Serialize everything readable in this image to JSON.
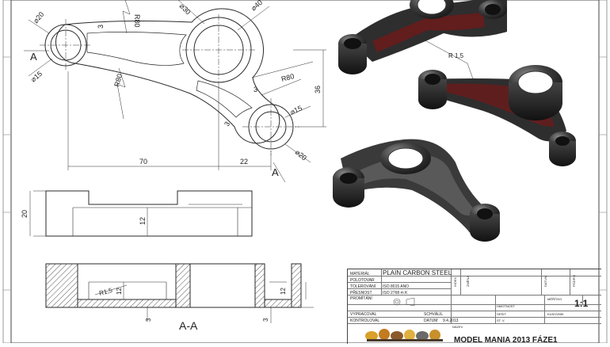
{
  "drawing": {
    "top_view_dims": {
      "d20": "⌀20",
      "r80_top": "R80",
      "d30": "⌀30",
      "d40": "⌀40",
      "three_a": "3",
      "d15_left": "⌀15",
      "r80_left": "R80",
      "r80_right": "R80",
      "three_b": "3",
      "three_c": "3",
      "d15_right": "⌀15",
      "d20_right": "⌀20",
      "h36": "36",
      "w70": "70",
      "w22": "22",
      "section_a_left": "A",
      "section_a_right": "A"
    },
    "front_view_dims": {
      "h20": "20",
      "h12": "12"
    },
    "section_view_dims": {
      "r15": "R1,5",
      "h12_left": "12",
      "h12_right": "12",
      "three_left": "3",
      "three_right": "3",
      "section_label": "A-A"
    },
    "iso_dims": {
      "r15": "R 1,5"
    }
  },
  "title_block": {
    "material_label": "MATERIÁL",
    "material_value": "PLAIN CARBON STEEL",
    "polotovar": "POLOTOVAR",
    "tolerovani_label": "TOLEROVÁNÍ",
    "tolerovani_value": "ISO 8015   ANO",
    "presnost_label": "PŘESNOST",
    "presnost_value": "ISO 2768   m   K",
    "promitani": "PROMÍTÁNÍ",
    "hmotnost": "HMOTNOST",
    "meritko_label": "MĚŘÍTKO",
    "meritko_value": "1:1",
    "vypracoval": "VYPRACOVAL",
    "kontroloval": "KONTROLOVAL",
    "schvalil": "SCHVÁLIL",
    "datum_label": "DATUM",
    "datum_value": "9.4.2013",
    "sesit": "SEŠIT",
    "kusovnik": "KUSOVNÍK",
    "st_v": "ST. V.",
    "nazev_label": "NÁZEV",
    "nazev_value": "MODEL MANIA 2013 FÁZE1",
    "index": "INDEX",
    "zmena": "ZMĚNA",
    "datum_col": "DATUM",
    "podpis": "PODPIS"
  },
  "colors": {
    "line": "#2a2a2a",
    "hatch": "#555555",
    "metal_dark": "#2b2b2b",
    "metal_mid": "#555555",
    "fillet": "#6b1a1a"
  }
}
